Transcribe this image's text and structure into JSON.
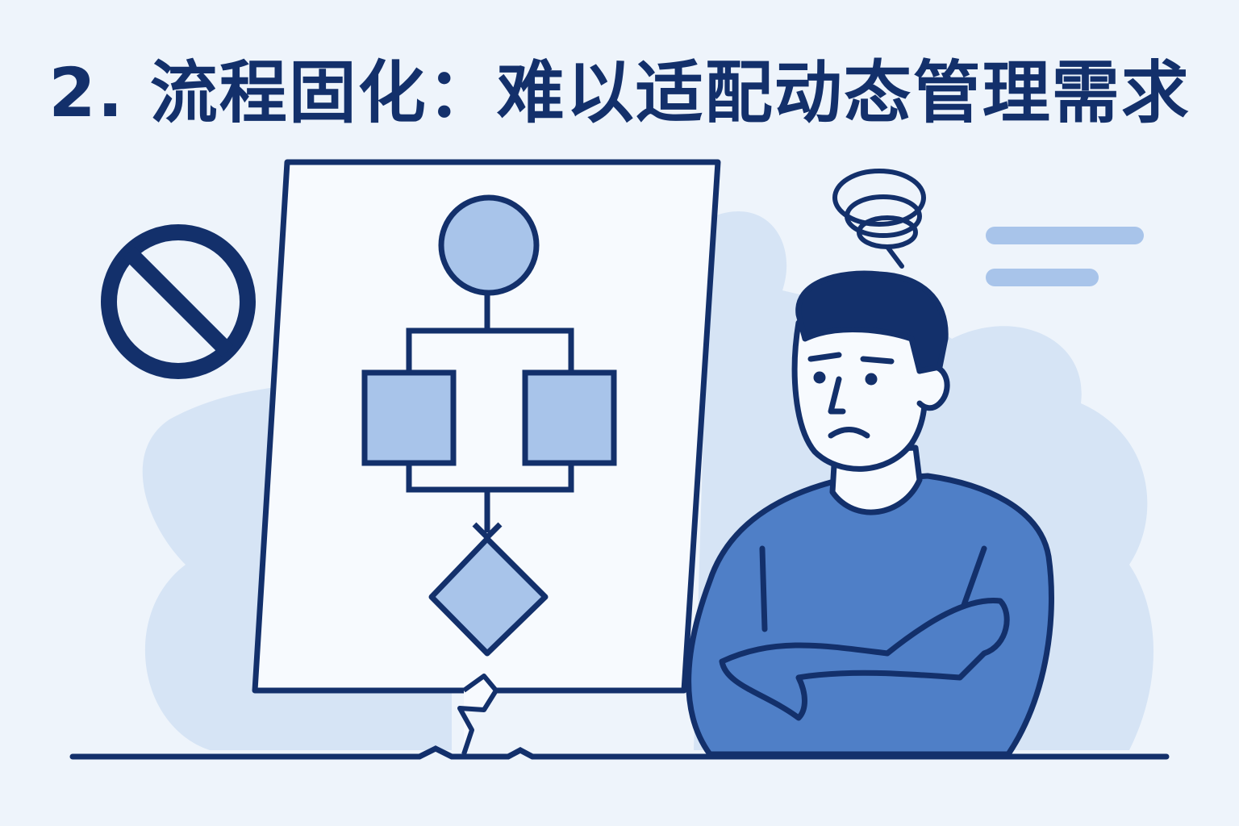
{
  "title": "2. 流程固化：难以适配动态管理需求",
  "colors": {
    "background": "#eef4fb",
    "navy": "#13306b",
    "light_blue": "#a8c4ea",
    "shirt_blue": "#4f7fc7",
    "blob": "#d6e4f5"
  },
  "icons": [
    "prohibited-icon",
    "dizzy-scribble-icon",
    "flowchart-board",
    "frustrated-person"
  ]
}
